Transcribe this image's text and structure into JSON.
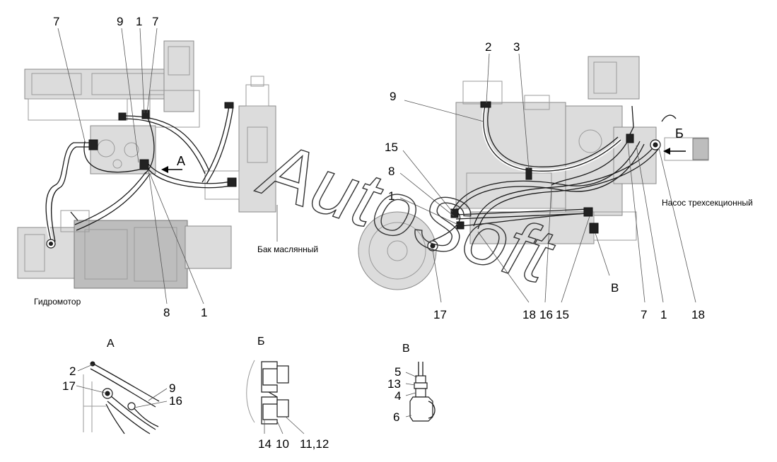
{
  "callouts": {
    "left": {
      "l7a": "7",
      "l9": "9",
      "l1a": "1",
      "l7b": "7",
      "l8": "8",
      "l1b": "1",
      "gidromotor": "Гидромотор",
      "bak": "Бак маслянный"
    },
    "right": {
      "r2": "2",
      "r3": "3",
      "r9": "9",
      "r15a": "15",
      "r8": "8",
      "r1a": "1",
      "r17": "17",
      "r18a": "18",
      "r16": "16",
      "r15b": "15",
      "r7": "7",
      "r1b": "1",
      "r18b": "18",
      "rV": "В",
      "rB": "Б",
      "nasos": "Насос трехсекционный"
    }
  },
  "view_markers": {
    "A": "А"
  },
  "detail_A": {
    "title": "А",
    "c2": "2",
    "c17": "17",
    "c9": "9",
    "c16": "16"
  },
  "detail_B": {
    "title": "Б",
    "c14": "14",
    "c10": "10",
    "c1112": "11,12"
  },
  "detail_V": {
    "title": "В",
    "c5": "5",
    "c13": "13",
    "c4": "4",
    "c6": "6"
  },
  "watermark": "AutoSoft"
}
